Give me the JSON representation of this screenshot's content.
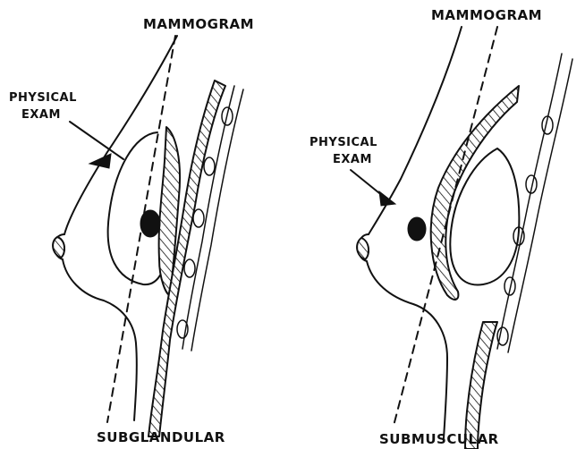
{
  "panels": [
    {
      "id": "left",
      "mammogram_label": "MAMMOGRAM",
      "exam_label_line1": "PHYSICAL",
      "exam_label_line2": "EXAM",
      "caption": "SUBGLANDULAR"
    },
    {
      "id": "right",
      "mammogram_label": "MAMMOGRAM",
      "exam_label_line1": "PHYSICAL",
      "exam_label_line2": "EXAM",
      "caption": "SUBMUSCULAR"
    }
  ]
}
